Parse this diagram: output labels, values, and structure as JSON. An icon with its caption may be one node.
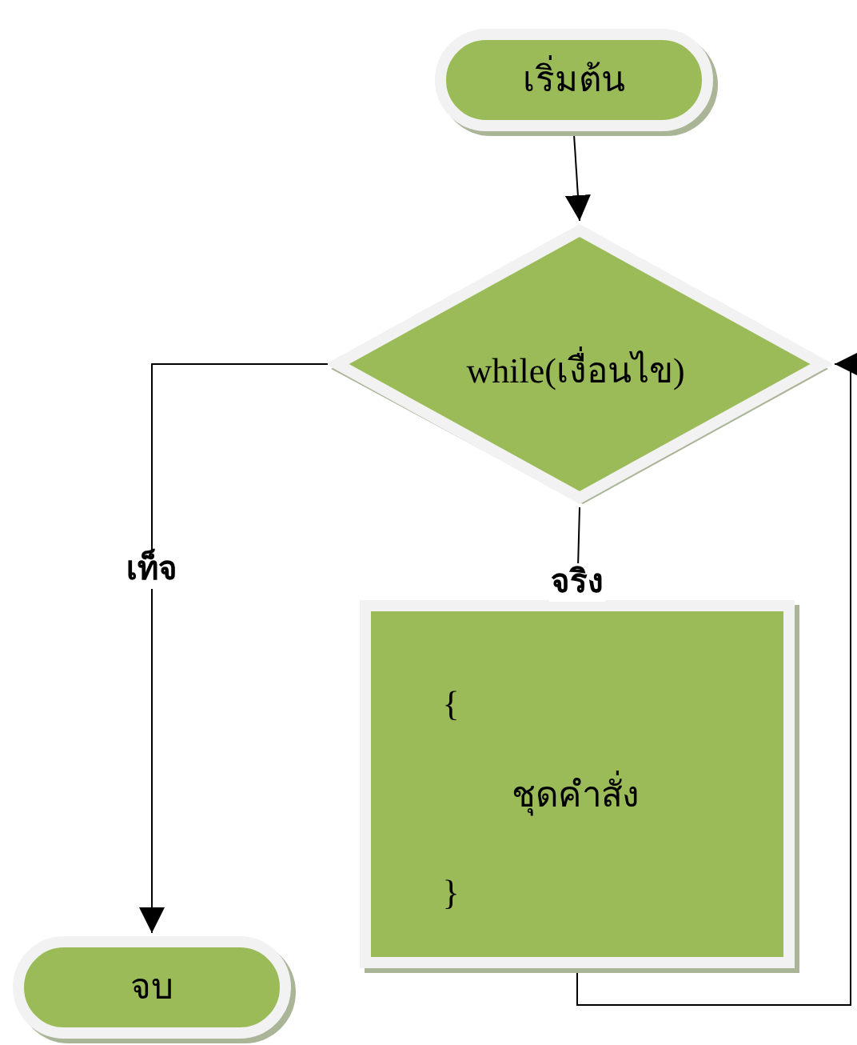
{
  "diagram": {
    "nodes": [
      {
        "text": [
          "เริ่มต้น"
        ]
      },
      {
        "text": [
          "while(เงื่อนไข)"
        ]
      },
      {
        "text": [
          "{",
          "ชุดคำสั่ง",
          "}"
        ]
      },
      {
        "text": [
          "จบ"
        ]
      }
    ],
    "edges": [
      {
        "from": 0,
        "to": 1,
        "arrow": "to"
      },
      {
        "from": 1,
        "to": 3,
        "arrow": "to",
        "label": "เท็จ"
      },
      {
        "from": 1,
        "to": 2,
        "arrow": "to",
        "label": "จริง"
      },
      {
        "from": 2,
        "to": 1,
        "arrow": "to"
      }
    ]
  }
}
